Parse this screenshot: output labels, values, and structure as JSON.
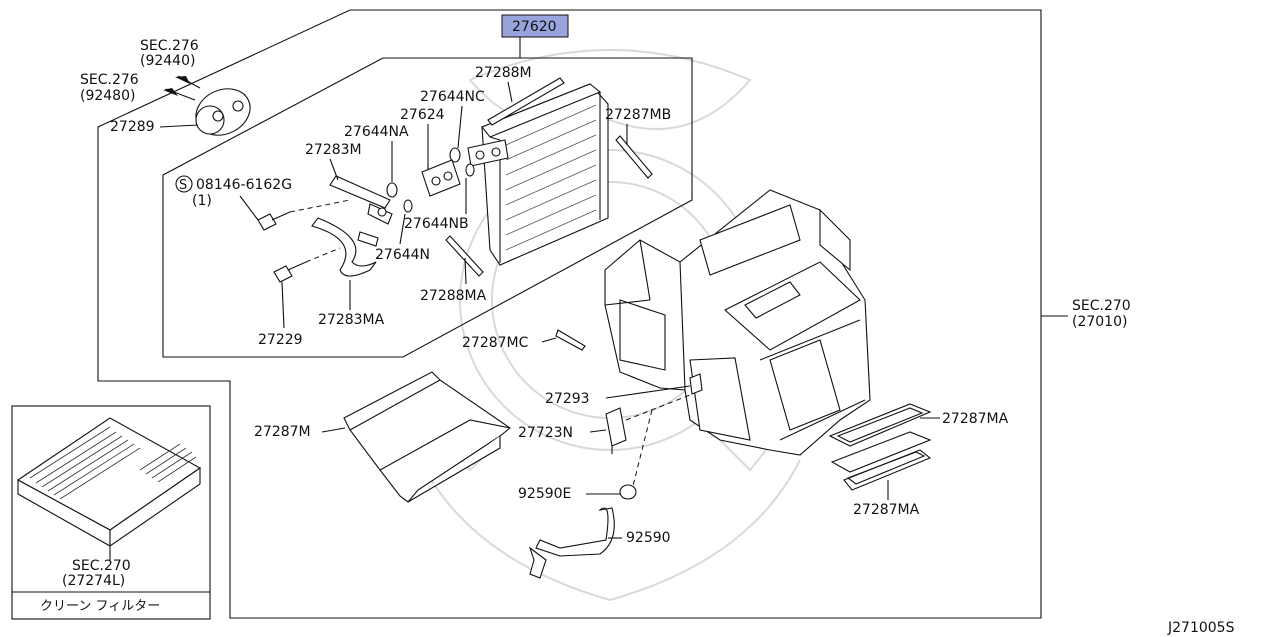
{
  "diagram": {
    "callouts": {
      "p27620": "27620",
      "sec276_a": "SEC.276",
      "sec276_a_ref": "(92440)",
      "sec276_b": "SEC.276",
      "sec276_b_ref": "(92480)",
      "p27289": "27289",
      "p27288M": "27288M",
      "p27644NC": "27644NC",
      "p27624": "27624",
      "p27287MB": "27287MB",
      "p27644NA": "27644NA",
      "p27283M": "27283M",
      "bolt": "08146-6162G",
      "bolt_qty": "(1)",
      "bolt_symbol": "S",
      "p27644NB": "27644NB",
      "p27644N": "27644N",
      "p27288MA": "27288MA",
      "p27283MA": "27283MA",
      "p27229": "27229",
      "sec270": "SEC.270",
      "sec270_ref": "(27010)",
      "p27287MC": "27287MC",
      "p27293": "27293",
      "p27287M": "27287M",
      "p27723N": "27723N",
      "p27287MA_1": "27287MA",
      "p27287MA_2": "27287MA",
      "p92590E": "92590E",
      "p92590": "92590"
    },
    "filter_box": {
      "sec": "SEC.270",
      "ref": "(27274L)",
      "caption": "クリーン フィルター"
    },
    "diagram_code": "J271005S",
    "highlight_color": "#9aa4dc"
  }
}
